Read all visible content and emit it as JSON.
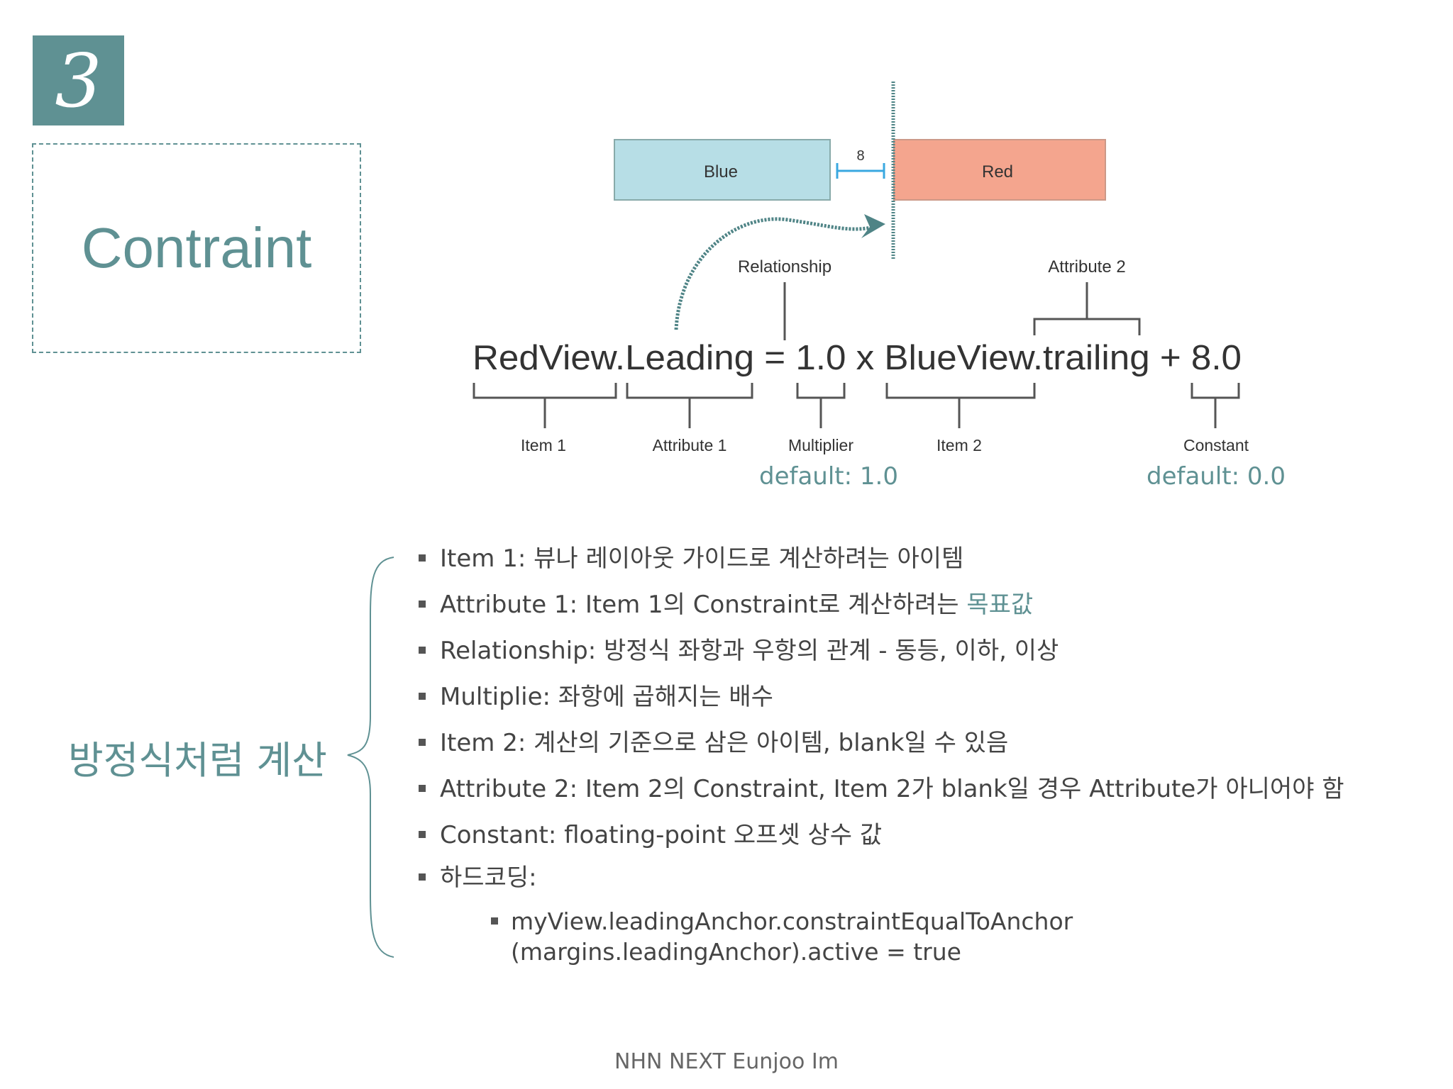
{
  "slide": {
    "number": "3",
    "title": "Contraint",
    "side_label": "방정식처럼 계산",
    "footer": "NHN NEXT Eunjoo Im"
  },
  "diagram": {
    "blue_box": "Blue",
    "red_box": "Red",
    "gap_value": "8",
    "relationship_label": "Relationship",
    "attribute2_label": "Attribute 2",
    "equation": "RedView.Leading = 1.0 x BlueView.trailing + 8.0",
    "under_labels": {
      "item1": "Item 1",
      "attribute1": "Attribute 1",
      "multiplier": "Multiplier",
      "item2": "Item 2",
      "constant": "Constant"
    },
    "multiplier_default": "default: 1.0",
    "constant_default": "default: 0.0",
    "colors": {
      "blue": "#b7dee6",
      "red": "#f4a58e",
      "accent": "#5f9193",
      "gap": "#3aa8e0"
    }
  },
  "bullets": [
    {
      "text": "Item 1: 뷰나 레이아웃 가이드로 계산하려는 아이템"
    },
    {
      "text": "Attribute 1: Item 1의 Constraint로 계산하려는 ",
      "highlight": "목표값"
    },
    {
      "text": "Relationship: 방정식 좌항과 우항의 관계 - 동등, 이하, 이상"
    },
    {
      "text": "Multiplie: 좌항에 곱해지는 배수"
    },
    {
      "text": "Item 2:  계산의 기준으로 삼은 아이템, blank일 수 있음"
    },
    {
      "text": "Attribute 2: Item 2의 Constraint, Item 2가 blank일 경우 Attribute가 아니어야 함"
    },
    {
      "text": "Constant: floating-point 오프셋 상수 값"
    },
    {
      "text": "하드코딩:"
    }
  ],
  "code_line1": "myView.leadingAnchor.constraintEqualToAnchor",
  "code_line2": "(margins.leadingAnchor).active = true"
}
